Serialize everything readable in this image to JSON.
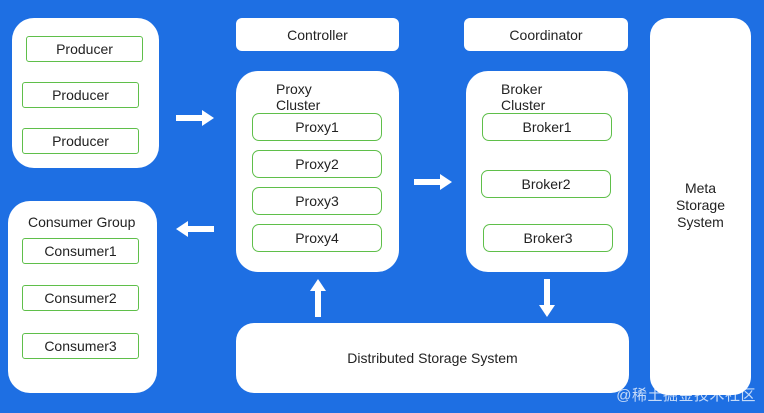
{
  "producers": {
    "items": [
      "Producer",
      "Producer",
      "Producer"
    ]
  },
  "consumer_group": {
    "title": "Consumer Group",
    "items": [
      "Consumer1",
      "Consumer2",
      "Consumer3"
    ]
  },
  "controller": {
    "label": "Controller"
  },
  "coordinator": {
    "label": "Coordinator"
  },
  "proxy_cluster": {
    "title": "Proxy\nCluster",
    "items": [
      "Proxy1",
      "Proxy2",
      "Proxy3",
      "Proxy4"
    ]
  },
  "broker_cluster": {
    "title": "Broker\nCluster",
    "items": [
      "Broker1",
      "Broker2",
      "Broker3"
    ]
  },
  "meta_storage": {
    "label": "Meta\nStorage\nSystem"
  },
  "distributed_storage": {
    "label": "Distributed Storage System"
  },
  "watermark": {
    "text": "@稀土掘金技术社区"
  },
  "colors": {
    "background": "#1e6fe3",
    "panel": "#ffffff",
    "box_border": "#5fbf4a"
  }
}
